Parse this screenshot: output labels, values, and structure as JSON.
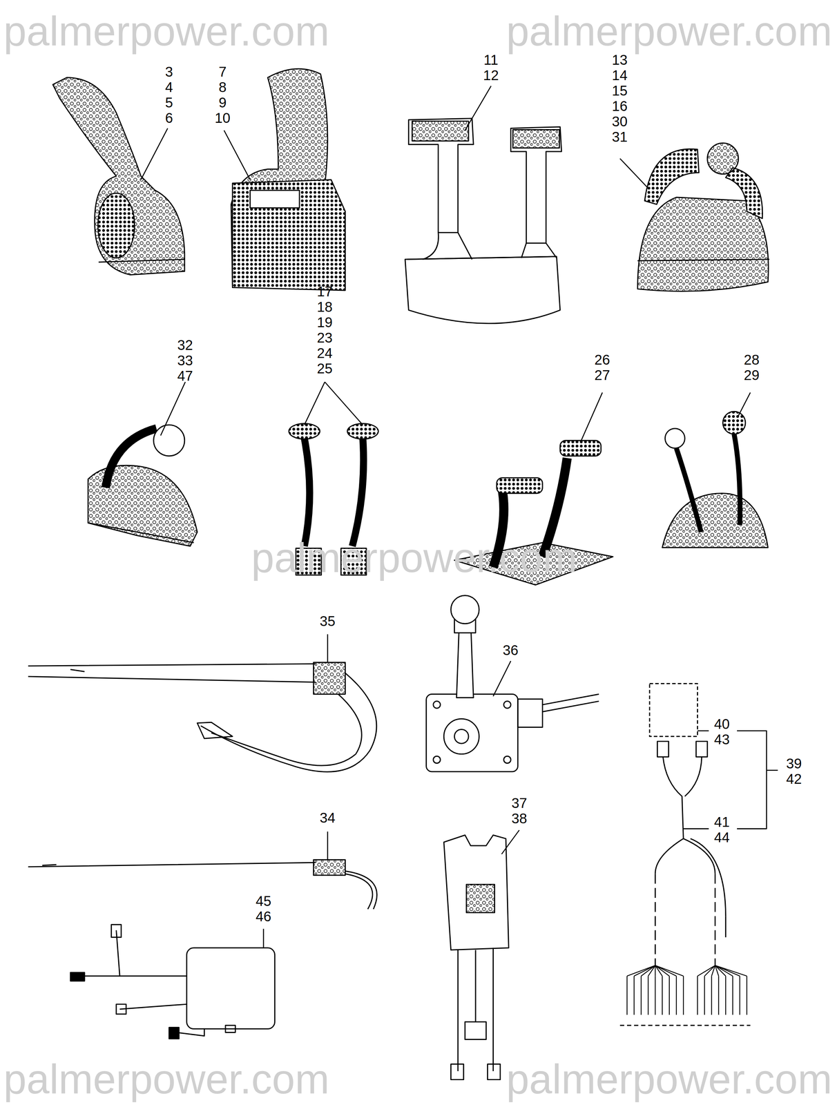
{
  "diagram": {
    "labels": [
      "palmerpower.com",
      "palmerpower.com",
      "3",
      "4",
      "5",
      "6",
      "7",
      "8",
      "9",
      "10",
      "11",
      "12",
      "13",
      "14",
      "15",
      "16",
      "30",
      "31",
      "32",
      "33",
      "47",
      "17",
      "18",
      "19",
      "23",
      "24",
      "25",
      "26",
      "27",
      "28",
      "29",
      "palmerpower.com",
      "35",
      "36",
      "40",
      "43",
      "39",
      "42",
      "41",
      "44",
      "34",
      "37",
      "38",
      "45",
      "46",
      "palmerpower.com",
      "palmerpower.com"
    ]
  }
}
